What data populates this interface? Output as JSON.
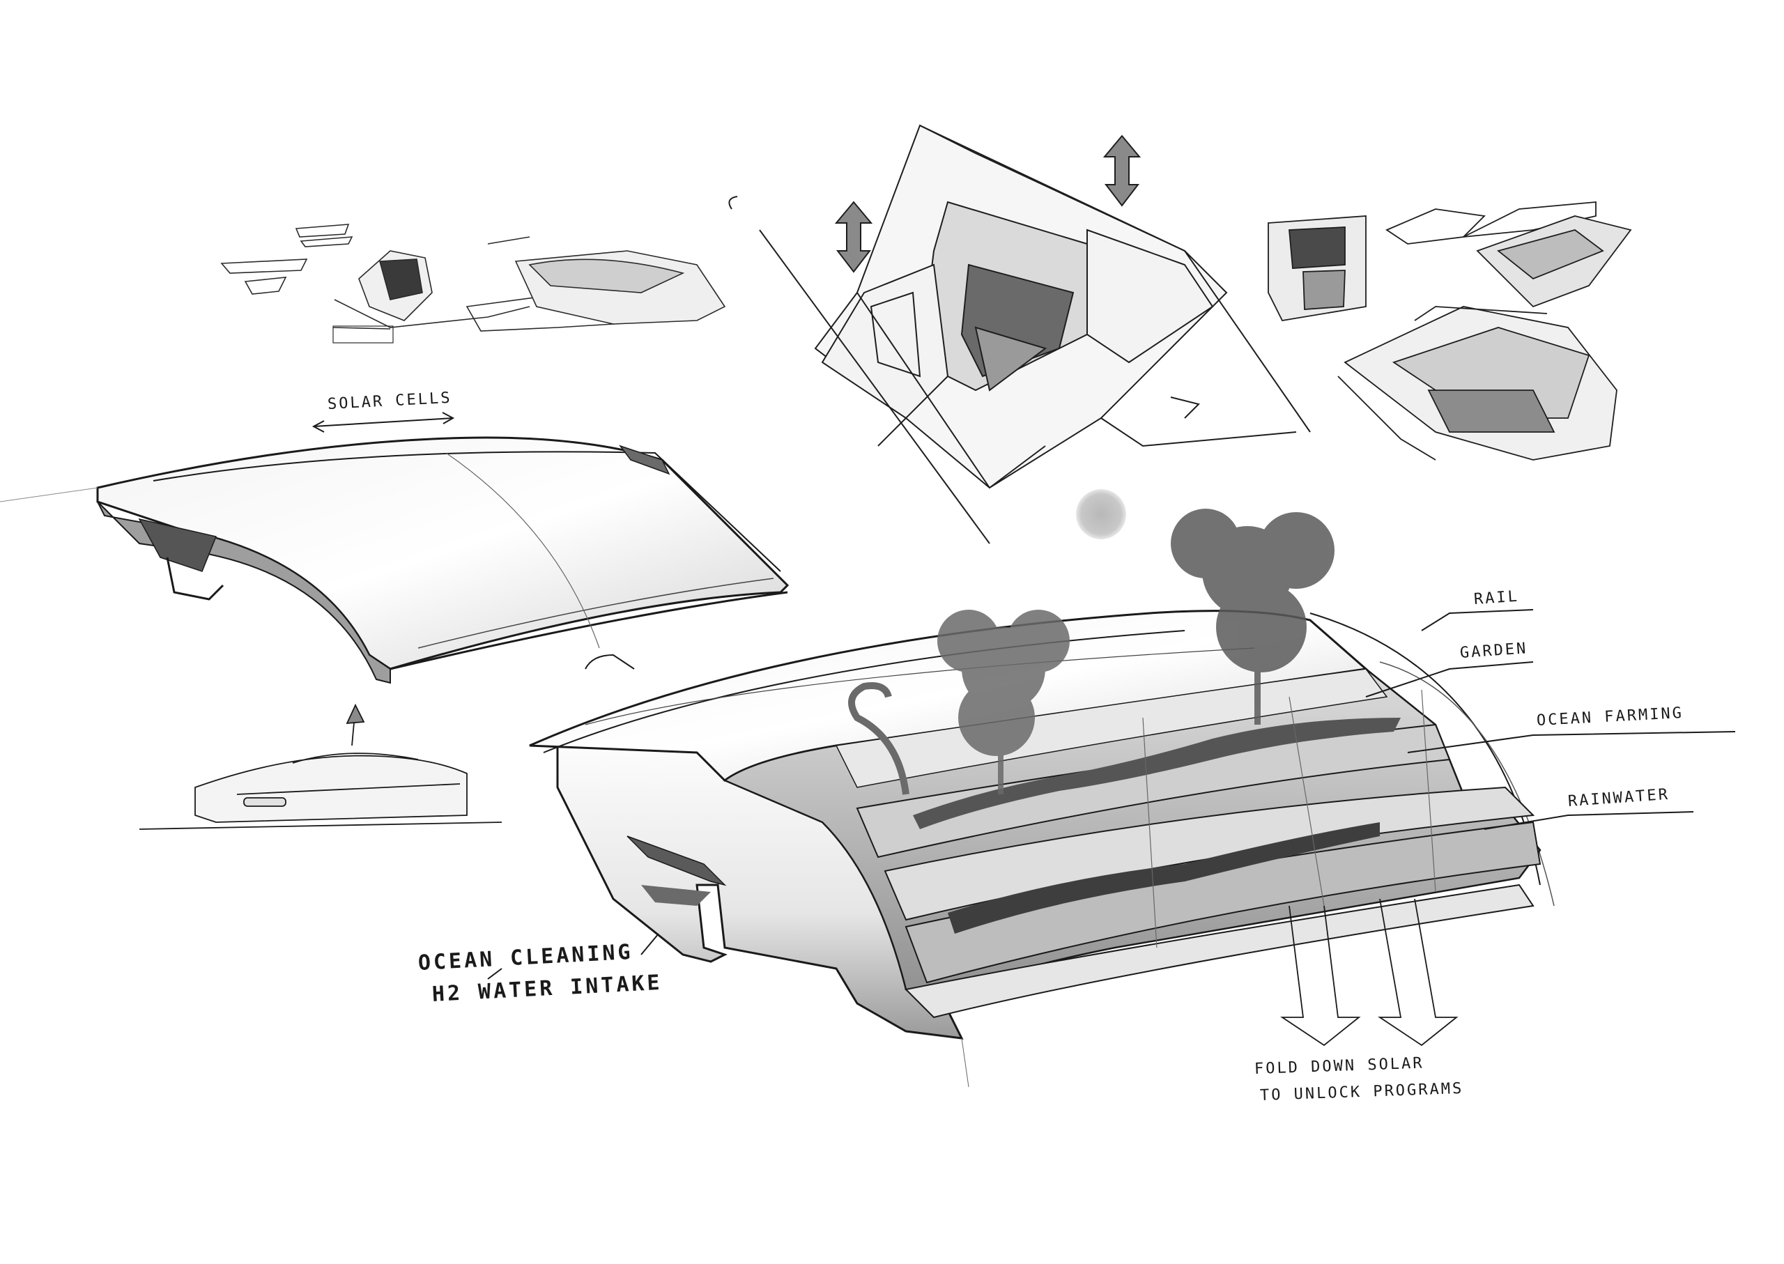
{
  "sketch": {
    "labels": {
      "solar_cells": "SOLAR CELLS",
      "rail": "RAIL",
      "garden": "GARDEN",
      "ocean_farming": "OCEAN FARMING",
      "rainwater": "RAINWATER",
      "ocean_cleaning": "OCEAN CLEANING",
      "h2_water_intake": "H2 WATER INTAKE",
      "fold_down_line1": "FOLD DOWN SOLAR",
      "fold_down_line2": "TO UNLOCK PROGRAMS"
    },
    "colors": {
      "ink": "#1a1a1a",
      "shade": "#8a8a8a",
      "sun": "#c8c8c8",
      "foliage": "#555555"
    }
  }
}
